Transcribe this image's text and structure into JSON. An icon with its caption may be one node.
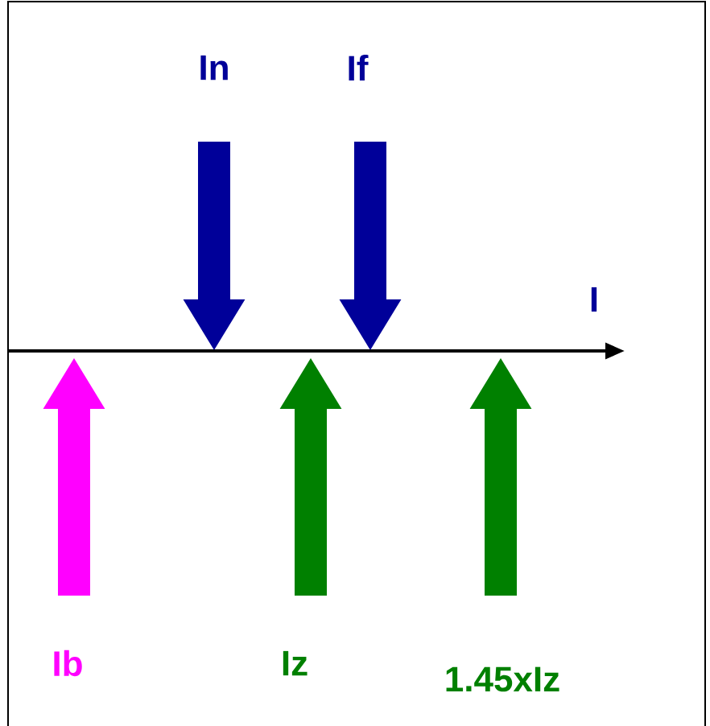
{
  "diagram": {
    "nodes": [
      {
        "text": [
          "In"
        ]
      },
      {
        "text": [
          "If"
        ]
      },
      {
        "text": [
          "Ib"
        ]
      },
      {
        "text": [
          "Iz"
        ]
      },
      {
        "text": [
          "1.45xIz"
        ]
      }
    ],
    "edges": [
      {
        "from": 0,
        "to": null,
        "arrow": "to",
        "color": "#000099"
      },
      {
        "from": 1,
        "to": null,
        "arrow": "to",
        "color": "#000099"
      },
      {
        "from": 2,
        "to": null,
        "arrow": "to",
        "color": "#ff00ff"
      },
      {
        "from": 3,
        "to": null,
        "arrow": "to",
        "color": "#008000"
      },
      {
        "from": 4,
        "to": null,
        "arrow": "to",
        "color": "#008000"
      }
    ],
    "labels": [
      "I"
    ]
  }
}
